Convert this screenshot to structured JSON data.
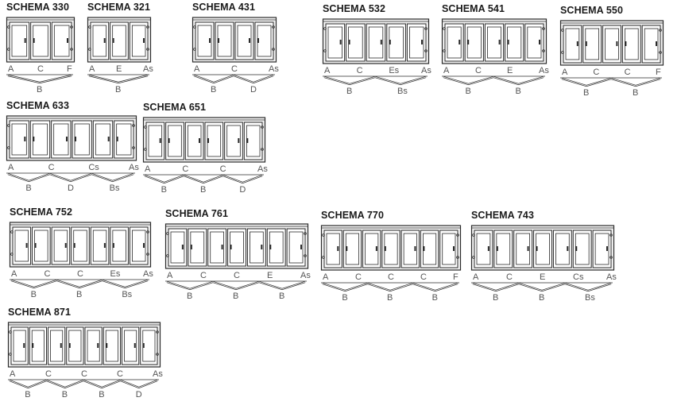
{
  "schemas": [
    {
      "title": "SCHEMA 330",
      "panels": 3,
      "top_labels": [
        "A",
        "C",
        "F"
      ],
      "bottom_labels": [
        "B"
      ],
      "panel_colors": [
        "#ffffff"
      ]
    },
    {
      "title": "SCHEMA 321",
      "panels": 3,
      "top_labels": [
        "A",
        "E",
        "As"
      ],
      "bottom_labels": [
        "B"
      ]
    },
    {
      "title": "SCHEMA 431",
      "panels": 4,
      "top_labels": [
        "A",
        "C",
        "As"
      ],
      "bottom_labels": [
        "B",
        "D"
      ]
    },
    {
      "title": "SCHEMA 532",
      "panels": 5,
      "top_labels": [
        "A",
        "C",
        "Es",
        "As"
      ],
      "bottom_labels": [
        "B",
        "Bs"
      ]
    },
    {
      "title": "SCHEMA 541",
      "panels": 5,
      "top_labels": [
        "A",
        "C",
        "E",
        "As"
      ],
      "bottom_labels": [
        "B",
        "B"
      ]
    },
    {
      "title": "SCHEMA 550",
      "panels": 5,
      "top_labels": [
        "A",
        "C",
        "C",
        "F"
      ],
      "bottom_labels": [
        "B",
        "B"
      ]
    },
    {
      "title": "SCHEMA 633",
      "panels": 6,
      "top_labels": [
        "A",
        "C",
        "Cs",
        "As"
      ],
      "bottom_labels": [
        "B",
        "D",
        "Bs"
      ]
    },
    {
      "title": "SCHEMA 651",
      "panels": 6,
      "top_labels": [
        "A",
        "C",
        "C",
        "As"
      ],
      "bottom_labels": [
        "B",
        "B",
        "D"
      ]
    },
    {
      "title": "SCHEMA 752",
      "panels": 7,
      "top_labels": [
        "A",
        "C",
        "C",
        "Es",
        "As"
      ],
      "bottom_labels": [
        "B",
        "B",
        "Bs"
      ]
    },
    {
      "title": "SCHEMA 761",
      "panels": 7,
      "top_labels": [
        "A",
        "C",
        "C",
        "E",
        "As"
      ],
      "bottom_labels": [
        "B",
        "B",
        "B"
      ]
    },
    {
      "title": "SCHEMA 770",
      "panels": 7,
      "top_labels": [
        "A",
        "C",
        "C",
        "C",
        "F"
      ],
      "bottom_labels": [
        "B",
        "B",
        "B"
      ]
    },
    {
      "title": "SCHEMA 743",
      "panels": 7,
      "top_labels": [
        "A",
        "C",
        "E",
        "Cs",
        "As"
      ],
      "bottom_labels": [
        "B",
        "B",
        "Bs"
      ]
    },
    {
      "title": "SCHEMA 871",
      "panels": 8,
      "top_labels": [
        "A",
        "C",
        "C",
        "C",
        "As"
      ],
      "bottom_labels": [
        "B",
        "B",
        "B",
        "D"
      ]
    }
  ],
  "colors": {
    "line": "#2a2a2a",
    "frame_fill": "#f2f2f2",
    "label": "#555555"
  }
}
